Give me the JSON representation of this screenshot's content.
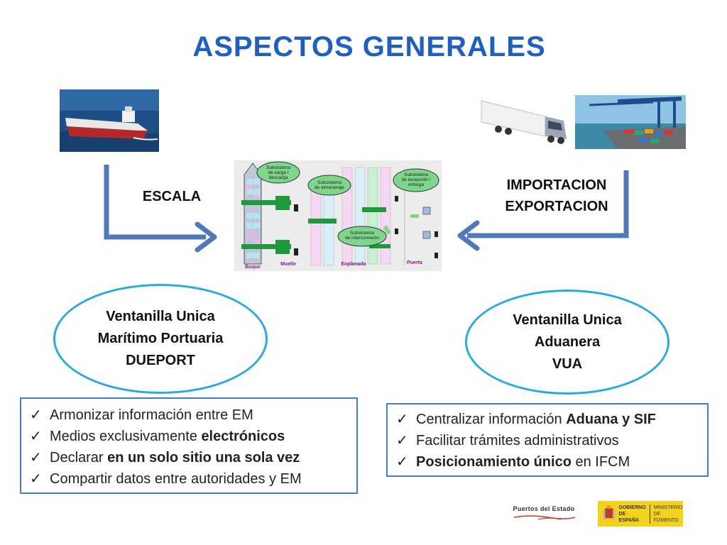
{
  "title": "ASPECTOS GENERALES",
  "left_label": "ESCALA",
  "right_label": [
    "IMPORTACION",
    "EXPORTACION"
  ],
  "port_diagram": {
    "subsystems": [
      "Subsistema de carga / descarga",
      "Subsistema de almacenaje",
      "Subsistema de recepción / entrega",
      "Subsistema de interconexión"
    ],
    "zones": [
      "Buque",
      "Muelle",
      "Explanada",
      "Puerta"
    ]
  },
  "left_oval": [
    "Ventanilla Unica",
    "Marítimo Portuaria",
    "DUEPORT"
  ],
  "right_oval": [
    "Ventanilla Unica",
    "Aduanera",
    "VUA"
  ],
  "left_list": [
    {
      "pre": "Armonizar información entre EM",
      "bold": "",
      "post": ""
    },
    {
      "pre": "Medios exclusivamente ",
      "bold": "electrónicos",
      "post": ""
    },
    {
      "pre": "Declarar ",
      "bold": "en un solo sitio una sola vez",
      "post": ""
    },
    {
      "pre": "Compartir datos entre autoridades y EM",
      "bold": "",
      "post": ""
    }
  ],
  "right_list": [
    {
      "pre": "Centralizar información ",
      "bold": "Aduana y SIF",
      "post": ""
    },
    {
      "pre": "Facilitar trámites administrativos",
      "bold": "",
      "post": ""
    },
    {
      "pre": "",
      "bold": "Posicionamiento único",
      "post": " en IFCM"
    }
  ],
  "check_icon": "check-mark-icon",
  "logos": {
    "puertos": "Puertos del Estado",
    "gobierno": [
      "GOBIERNO",
      "DE ESPAÑA"
    ],
    "ministerio": [
      "MINISTERIO",
      "DE FOMENTO"
    ]
  },
  "colors": {
    "title": "#1f5fbf",
    "arrow": "#5b84c4",
    "oval": "#29a9e0",
    "box_border": "#4a7cc4"
  }
}
